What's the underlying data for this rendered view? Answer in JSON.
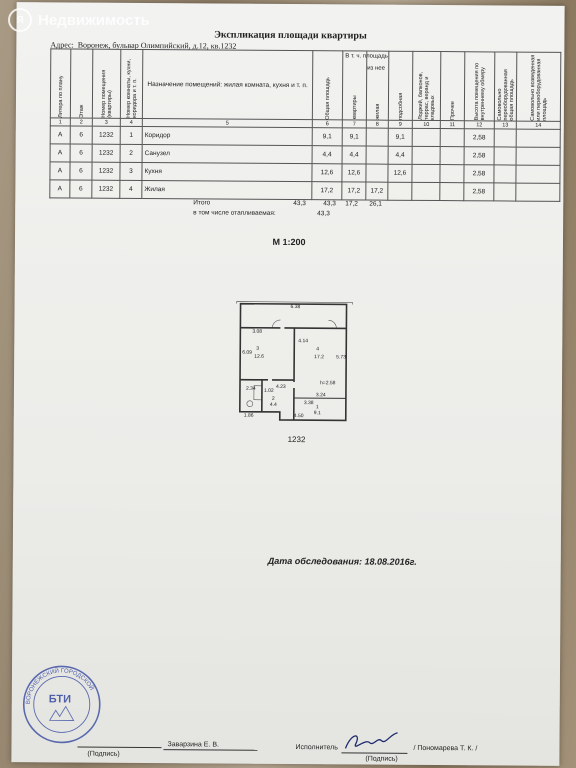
{
  "watermark": {
    "logo": "Я",
    "text": "Недвижимость"
  },
  "document": {
    "title": "Экспликация площади квартиры",
    "address_label": "Адрес:",
    "address_value": "Воронеж, бульвар Олимпийский, д.12, кв.1232"
  },
  "table": {
    "headers": [
      "Литера по плану",
      "Этаж",
      "Номер помещения (квартиры)",
      "Номер комнаты, кухни, коридора и т. п.",
      "Назначение помещений: жилая комната, кухня и т. п.",
      "Общая площадь",
      "квартиры",
      "жилая",
      "подсобная",
      "Лоджий, балконов, террас, веранд и кладовых",
      "Прочее",
      "Высота помещения по внутреннему обмеру",
      "Самовольно переоборудованная общая площадь",
      "Самовольно возведенная или переоборудованная площадь"
    ],
    "group_header": "В т. ч. площадь",
    "subgroup_header": "из нее",
    "numbers": [
      "1",
      "2",
      "3",
      "4",
      "5",
      "6",
      "7",
      "8",
      "9",
      "10",
      "11",
      "12",
      "13",
      "14"
    ],
    "rows": [
      [
        "А",
        "6",
        "1232",
        "1",
        "Коридор",
        "9,1",
        "9,1",
        "",
        "9,1",
        "",
        "",
        "2,58",
        "",
        ""
      ],
      [
        "А",
        "6",
        "1232",
        "2",
        "Санузел",
        "4,4",
        "4,4",
        "",
        "4,4",
        "",
        "",
        "2,58",
        "",
        ""
      ],
      [
        "А",
        "6",
        "1232",
        "3",
        "Кухня",
        "12,6",
        "12,6",
        "",
        "12,6",
        "",
        "",
        "2,58",
        "",
        ""
      ],
      [
        "А",
        "6",
        "1232",
        "4",
        "Жилая",
        "17,2",
        "17,2",
        "17,2",
        "",
        "",
        "",
        "2,58",
        "",
        ""
      ]
    ]
  },
  "totals": {
    "label": "Итого",
    "v6": "43,3",
    "v7": "43,3",
    "v8": "17,2",
    "v9": "26,1",
    "heated_label": "в том числе отапливаемая:",
    "heated_value": "43,3"
  },
  "scale": "М 1:200",
  "plan": {
    "apartment_number": "1232",
    "dims": [
      "6.38",
      "3.08",
      "4.14",
      "6.09",
      "5.73",
      "4.23",
      "3.24",
      "3.38",
      "4.50",
      "1.86",
      "2.34",
      "1.02",
      "h=2.58"
    ],
    "rooms": [
      {
        "no": "3",
        "area": "12.6"
      },
      {
        "no": "4",
        "area": "17.2"
      },
      {
        "no": "2",
        "area": "4.4"
      },
      {
        "no": "1",
        "area": "9.1"
      }
    ]
  },
  "survey_date": "Дата обследования: 18.08.2016г.",
  "signatures": {
    "left_name": "Заварзина Е. В.",
    "left_caption": "(Подпись)",
    "executor_label": "Исполнитель",
    "right_name": "/ Пономарева Т. К. /",
    "right_caption": "(Подпись)"
  },
  "stamp": {
    "center_text": "БТИ",
    "ring_text": "ВОРОНЕЖСКИЙ ГОРОДСКОЙ"
  },
  "colors": {
    "paper": "#efefec",
    "ink": "#222222",
    "stamp": "#2a3f9e"
  }
}
